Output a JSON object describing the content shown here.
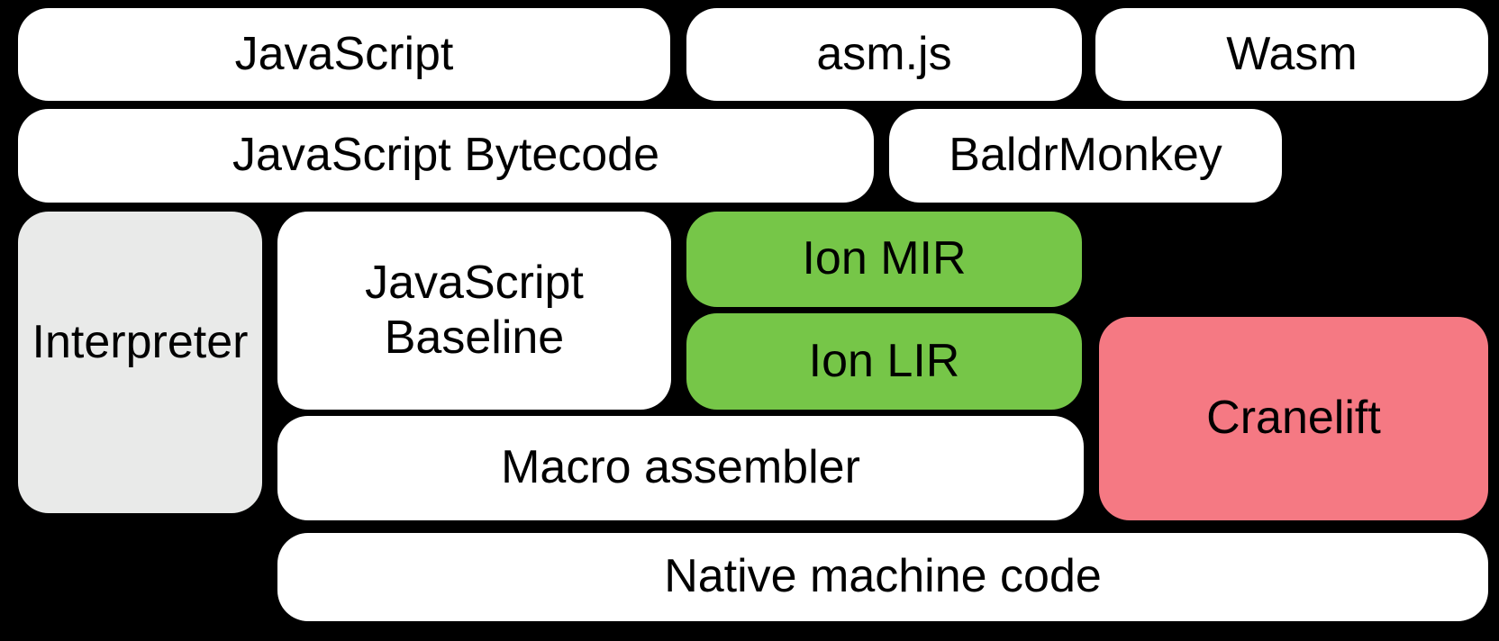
{
  "diagram": {
    "boxes": {
      "javascript": {
        "label": "JavaScript",
        "color_role": "source"
      },
      "asmjs": {
        "label": "asm.js",
        "color_role": "source"
      },
      "wasm": {
        "label": "Wasm",
        "color_role": "source"
      },
      "bytecode": {
        "label": "JavaScript Bytecode",
        "color_role": "source"
      },
      "baldrmonkey": {
        "label": "BaldrMonkey",
        "color_role": "source"
      },
      "interpreter": {
        "label": "Interpreter",
        "color_role": "interpreter"
      },
      "baseline": {
        "label": "JavaScript\nBaseline",
        "color_role": "source"
      },
      "ion_mir": {
        "label": "Ion MIR",
        "color_role": "ion"
      },
      "ion_lir": {
        "label": "Ion LIR",
        "color_role": "ion"
      },
      "cranelift": {
        "label": "Cranelift",
        "color_role": "cranelift"
      },
      "macro": {
        "label": "Macro assembler",
        "color_role": "source"
      },
      "native": {
        "label": "Native machine code",
        "color_role": "source"
      }
    },
    "colors": {
      "background": "#000000",
      "source": "#ffffff",
      "interpreter": "#e9eae9",
      "ion": "#76c648",
      "cranelift": "#f57983",
      "text": "#000000"
    }
  }
}
